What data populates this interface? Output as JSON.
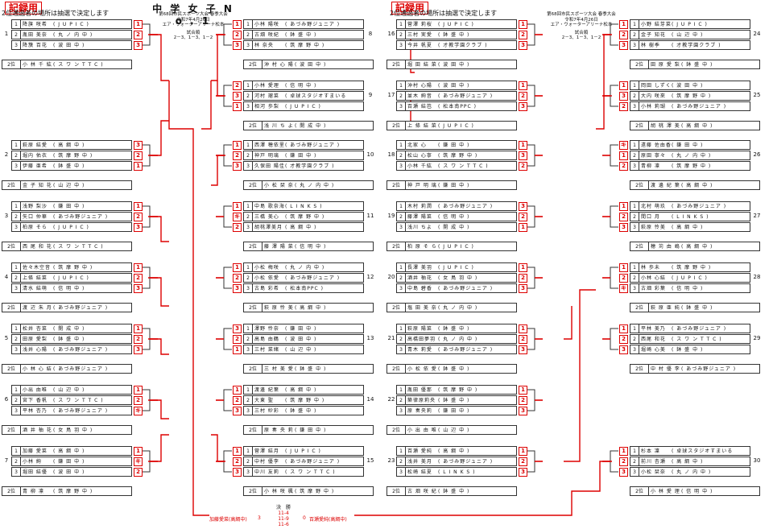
{
  "header": {
    "tag_left": "記録用",
    "tag_right": "記録用",
    "note_left": "2位通過者の場所は抽選で決定します",
    "note_right": "2位通過者の場所は抽選で決定します",
    "title": "中 学 女 子 N o . 1",
    "info_lines": [
      "第68回市民スポーツ大会 春季大会",
      "令和7年4月26日",
      "エア・ウォーターアリーナ松本",
      "試合順",
      "2－3、1－3、1－2"
    ]
  },
  "groups": [
    {
      "no": "1",
      "rows": [
        [
          "1",
          "降旗 咲希",
          "J U P I C"
        ],
        [
          "2",
          "胤田 美奈",
          "丸 ノ 内 中"
        ],
        [
          "3",
          "降籏 百花",
          "波 田 中"
        ]
      ],
      "second": [
        "小 林 千 紘",
        "ス ワ ン T T C"
      ],
      "ranks": [
        "1",
        "2",
        "3"
      ]
    },
    {
      "no": "2",
      "rows": [
        [
          "1",
          "萩原 結愛",
          "高 綱 中"
        ],
        [
          "2",
          "堀内 佑衣",
          "筑 摩 野 中"
        ],
        [
          "3",
          "伊藤 亜希",
          "鉢 盛 中"
        ]
      ],
      "second": [
        "金 子 知 花",
        "山 辺 中"
      ],
      "ranks": [
        "3",
        "2",
        "1"
      ]
    },
    {
      "no": "3",
      "rows": [
        [
          "1",
          "浅野 梨沙",
          "鎌 田 中"
        ],
        [
          "2",
          "矢口 仲華",
          "あづみ野ジュニア"
        ],
        [
          "3",
          "柏原 そら",
          "J U P I C"
        ]
      ],
      "second": [
        "西 尾 和 花",
        "ス ワ ン T T C"
      ],
      "ranks": [
        "1",
        "2",
        "3"
      ]
    },
    {
      "no": "4",
      "rows": [
        [
          "1",
          "佐々木空音",
          "筑 摩 野 中"
        ],
        [
          "2",
          "上條 結菜",
          "J U P I C"
        ],
        [
          "3",
          "清水 結萌",
          "信 明 中"
        ]
      ],
      "second": [
        "渡 辺 朱 月",
        "あづみ野ジュニア"
      ],
      "ranks": [
        "1",
        "2",
        "3"
      ]
    },
    {
      "no": "5",
      "rows": [
        [
          "1",
          "松井 杏菜",
          "開 成 中"
        ],
        [
          "2",
          "田原 愛梨",
          "鉢 盛 中"
        ],
        [
          "3",
          "浅井 心陽",
          "あづみ野ジュニア"
        ]
      ],
      "second": [
        "小 林 心 結",
        "あづみ野ジュニア"
      ],
      "ranks": [
        "1",
        "2",
        "3"
      ]
    },
    {
      "no": "6",
      "rows": [
        [
          "1",
          "小出 由唯",
          "山 辺 中"
        ],
        [
          "2",
          "宮下 香帆",
          "ス ワ ン T T C"
        ],
        [
          "3",
          "平林 杏乃",
          "あづみ野ジュニア"
        ]
      ],
      "second": [
        "酒 井 柚 花",
        "女 鳥 羽 中"
      ],
      "ranks": [
        "1",
        "2",
        "キ"
      ]
    },
    {
      "no": "7",
      "rows": [
        [
          "1",
          "加藤 愛菜",
          "高 綱 中"
        ],
        [
          "2",
          "小林 絢",
          "鎌 田 中"
        ],
        [
          "3",
          "堀田 結優",
          "波 田 中"
        ]
      ],
      "second": [
        "青 柳 凛",
        "筑 摩 野 中"
      ],
      "ranks": [
        "1",
        "キ",
        "2"
      ]
    },
    {
      "no": "8",
      "rows": [
        [
          "1",
          "小林 陽咲",
          "あづみ野ジュニア"
        ],
        [
          "2",
          "古畑 咲紀",
          "鉢 盛 中"
        ],
        [
          "3",
          "林 奈央",
          "筑 摩 野 中"
        ]
      ],
      "second": [
        "沖 村 心 陽",
        "波 田 中"
      ],
      "ranks": [
        "1",
        "2",
        "3"
      ]
    },
    {
      "no": "9",
      "rows": [
        [
          "1",
          "小林 愛理",
          "信 明 中"
        ],
        [
          "2",
          "河村 瑠菜",
          "卓球スタジオすまいる"
        ],
        [
          "3",
          "相河 歩梨",
          "J U P I C"
        ]
      ],
      "second": [
        "浅 川 ち よ",
        "開 成 中"
      ],
      "ranks": [
        "2",
        "3",
        "1"
      ]
    },
    {
      "no": "10",
      "rows": [
        [
          "1",
          "西澤 穂依里",
          "あづみ野ジュニア"
        ],
        [
          "2",
          "神戸 明璃",
          "鎌 田 中"
        ],
        [
          "3",
          "久保田 陽佳",
          "才教学園クラブ"
        ]
      ],
      "second": [
        "小 松 栞 奈",
        "丸 ノ 内 中"
      ],
      "ranks": [
        "1",
        "2",
        "3"
      ]
    },
    {
      "no": "11",
      "rows": [
        [
          "1",
          "中島 歌奈海",
          "L I N K S"
        ],
        [
          "2",
          "三橋 美心",
          "筑 摩 野 中"
        ],
        [
          "3",
          "胡桃澤美月",
          "高 綱 中"
        ]
      ],
      "second": [
        "藤 澤 陽 菜",
        "信 明 中"
      ],
      "ranks": [
        "1",
        "キ",
        "2"
      ]
    },
    {
      "no": "12",
      "rows": [
        [
          "1",
          "小松 梅咲",
          "丸 ノ 内 中"
        ],
        [
          "2",
          "小松 依愛",
          "あづみ野ジュニア"
        ],
        [
          "3",
          "古島 彩希",
          "松本南PPC"
        ]
      ],
      "second": [
        "萩 原 怜 美",
        "高 綱 中"
      ],
      "ranks": [
        "1",
        "2",
        "3"
      ]
    },
    {
      "no": "13",
      "rows": [
        [
          "1",
          "澤野 怜奈",
          "鎌 田 中"
        ],
        [
          "2",
          "高島 由鶴",
          "波 田 中"
        ],
        [
          "3",
          "三村 菜緒",
          "山 辺 中"
        ]
      ],
      "second": [
        "三 村 美 愛",
        "鉢 盛 中"
      ],
      "ranks": [
        "3",
        "2",
        "1"
      ]
    },
    {
      "no": "14",
      "rows": [
        [
          "1",
          "渡邊 紀葉",
          "高 綱 中"
        ],
        [
          "2",
          "大東 聖",
          "筑 摩 野 中"
        ],
        [
          "3",
          "三村 紗彩",
          "鉢 盛 中"
        ]
      ],
      "second": [
        "原 奏 央 莉",
        "鎌 田 中"
      ],
      "ranks": [
        "1",
        "2",
        "3"
      ]
    },
    {
      "no": "15",
      "rows": [
        [
          "1",
          "菅澤 結月",
          "J U P I C"
        ],
        [
          "2",
          "中村 優李",
          "あづみ野ジュニア"
        ],
        [
          "3",
          "中川 友莉",
          "ス ワ ン T T C"
        ]
      ],
      "second": [
        "小 林 咲 楓",
        "筑 摩 野 中"
      ],
      "ranks": [
        "1",
        "2",
        "3"
      ]
    },
    {
      "no": "16",
      "rows": [
        [
          "1",
          "菅澤 莉桜",
          "J U P I C"
        ],
        [
          "2",
          "三村 実愛",
          "鉢 盛 中"
        ],
        [
          "3",
          "今井 帆夏",
          "才教学園クラブ"
        ]
      ],
      "second": [
        "堀 田 結 菜",
        "波 田 中"
      ],
      "ranks": [
        "1",
        "2",
        "3"
      ]
    },
    {
      "no": "17",
      "rows": [
        [
          "1",
          "沖村 心陽",
          "波 田 中"
        ],
        [
          "2",
          "並木 絢音",
          "あづみ野ジュニア"
        ],
        [
          "3",
          "百瀬 結芭",
          "松本南PPC"
        ]
      ],
      "second": [
        "上 條 結 菜",
        "J U P I C"
      ],
      "ranks": [
        "1",
        "2",
        "3"
      ]
    },
    {
      "no": "18",
      "rows": [
        [
          "1",
          "北家 心",
          "鎌 田 中"
        ],
        [
          "2",
          "松山 心寧",
          "筑 摩 野 中"
        ],
        [
          "3",
          "小林 千紘",
          "ス ワ ン T T C"
        ]
      ],
      "second": [
        "神 戸 明 璃",
        "鎌 田 中"
      ],
      "ranks": [
        "1",
        "3",
        "2"
      ]
    },
    {
      "no": "19",
      "rows": [
        [
          "1",
          "木村 莉潤",
          "あづみ野ジュニア"
        ],
        [
          "2",
          "藤澤 陽菜",
          "信 明 中"
        ],
        [
          "3",
          "浅川 ちよ",
          "開 成 中"
        ]
      ],
      "second": [
        "柏 原 そ ら",
        "J U P I C"
      ],
      "ranks": [
        "3",
        "2",
        "1"
      ]
    },
    {
      "no": "20",
      "rows": [
        [
          "1",
          "長澤 美羽",
          "J U P I C"
        ],
        [
          "2",
          "酒井 柚花",
          "女 鳥 羽 中"
        ],
        [
          "3",
          "中島 碧香",
          "あづみ野ジュニア"
        ]
      ],
      "second": [
        "塩 田 美 奈",
        "丸 ノ 内 中"
      ],
      "ranks": [
        "1",
        "2",
        "3"
      ]
    },
    {
      "no": "21",
      "rows": [
        [
          "1",
          "萩原 陽菜",
          "鉢 盛 中"
        ],
        [
          "2",
          "高橋田夢羽",
          "丸 ノ 内 中"
        ],
        [
          "3",
          "青木 莉愛",
          "あづみ野ジュニア"
        ]
      ],
      "second": [
        "小 松 依 愛",
        "鉢 盛 中"
      ],
      "ranks": [
        "1",
        "2",
        "3"
      ]
    },
    {
      "no": "22",
      "rows": [
        [
          "1",
          "胤田 優那",
          "筑 摩 野 中"
        ],
        [
          "2",
          "築律原莉央",
          "鉢 盛 中"
        ],
        [
          "3",
          "原 奏央莉",
          "鎌 田 中"
        ]
      ],
      "second": [
        "小 出 由 唯",
        "山 辺 中"
      ],
      "ranks": [
        "1",
        "2",
        "3"
      ]
    },
    {
      "no": "23",
      "rows": [
        [
          "1",
          "百瀬 愛純",
          "高 綱 中"
        ],
        [
          "2",
          "浅井 美月",
          "あづみ野ジュニア"
        ],
        [
          "3",
          "松崎 結夏",
          "L I N K S"
        ]
      ],
      "second": [
        "古 畑 咲 紀",
        "鉢 盛 中"
      ],
      "ranks": [
        "1",
        "2",
        "3"
      ]
    },
    {
      "no": "24",
      "rows": [
        [
          "1",
          "小野 結芽菜",
          "J U P I C"
        ],
        [
          "2",
          "金子 知花",
          "山 辺 中"
        ],
        [
          "3",
          "林 樹季",
          "才教学園クラブ"
        ]
      ],
      "second": [
        "田 原 愛 梨",
        "鉢 盛 中"
      ],
      "ranks": [
        "1",
        "2",
        "3"
      ]
    },
    {
      "no": "25",
      "rows": [
        [
          "1",
          "岡田 しずく",
          "波 田 中"
        ],
        [
          "2",
          "大内 咲來",
          "筑 摩 野 中"
        ],
        [
          "3",
          "小林 莉瑚",
          "あづみ野ジュニア"
        ]
      ],
      "second": [
        "胡 桃 澤 美 月",
        "高 綱 中"
      ],
      "ranks": [
        "1",
        "3",
        "2"
      ]
    },
    {
      "no": "26",
      "rows": [
        [
          "1",
          "遠藤 佐由香",
          "鎌 田 中"
        ],
        [
          "2",
          "原田 寧々",
          "丸 ノ 内 中"
        ],
        [
          "3",
          "青柳 凛",
          "筑 摩 野 中"
        ]
      ],
      "second": [
        "渡 邊 紀 葉",
        "高 綱 中"
      ],
      "ranks": [
        "キ",
        "1",
        "2"
      ]
    },
    {
      "no": "27",
      "rows": [
        [
          "1",
          "北村 萌玖",
          "あづみ野ジュニア"
        ],
        [
          "2",
          "間口 月",
          "L I N K S"
        ],
        [
          "3",
          "萩原 怜美",
          "高 綱 中"
        ]
      ],
      "second": [
        "穂 苅 由 嶋",
        "高 綱 中"
      ],
      "ranks": [
        "1",
        "2",
        "3"
      ]
    },
    {
      "no": "28",
      "rows": [
        [
          "1",
          "林 歩未",
          "筑 摩 野 中"
        ],
        [
          "2",
          "小林 心結",
          "J U P I C"
        ],
        [
          "3",
          "古畑 彩葉",
          "信 明 中"
        ]
      ],
      "second": [
        "萩 原 亜 純",
        "鉢 盛 中"
      ],
      "ranks": [
        "1",
        "2",
        "キ"
      ]
    },
    {
      "no": "29",
      "rows": [
        [
          "1",
          "平林 美乃",
          "あづみ野ジュニア"
        ],
        [
          "2",
          "西尾 和花",
          "ス ワ ン T T C"
        ],
        [
          "3",
          "堀崎 心美",
          "鉢 盛 中"
        ]
      ],
      "second": [
        "中 村 優 李",
        "あづみ野ジュニア"
      ],
      "ranks": [
        "1",
        "2",
        "3"
      ]
    },
    {
      "no": "30",
      "rows": [
        [
          "1",
          "杉本 凜",
          "卓球スタジオすまいる"
        ],
        [
          "2",
          "前川 杏瀬",
          "高 綱 中"
        ],
        [
          "3",
          "小松 栞奈",
          "丸 ノ 内 中"
        ]
      ],
      "second": [
        "小 林 愛 理",
        "信 明 中"
      ],
      "ranks": [
        "1",
        "2",
        "3"
      ]
    }
  ],
  "second_label": "2位",
  "final": {
    "label": "決　勝",
    "left": "加藤愛菜(高綱中)",
    "left_score": "3",
    "right": "百瀬愛純(高綱中)",
    "right_score": "0",
    "games": [
      "11-4",
      "11-9",
      "11-6"
    ]
  },
  "accent": "#dd0000"
}
